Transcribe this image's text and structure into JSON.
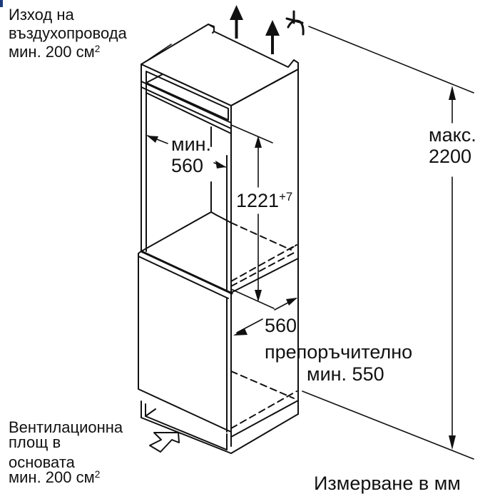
{
  "diagram": {
    "type": "built-in refrigerator installation dimensions",
    "labels": {
      "exhaust": {
        "line1": "Изход на",
        "line2": "въздухопровода",
        "line3": "мин. 200 см",
        "sup": "2"
      },
      "niche_width": {
        "line1": "мин.",
        "line2": "560"
      },
      "niche_height": {
        "value": "1221",
        "tolerance": "+7"
      },
      "max_height": {
        "line1": "макс.",
        "line2": "2200"
      },
      "depth": {
        "line1": "560",
        "line2": "препоръчително",
        "line3": "мин. 550"
      },
      "intake": {
        "line1": "Вентилационна",
        "line2": "площ в",
        "line3": "основата",
        "line4": "мин. 200 см",
        "sup": "2"
      },
      "units_note": "Измерване в мм"
    },
    "icons": [
      "airflow-up-arrow",
      "airflow-up-arrow",
      "max-symbol",
      "airflow-in-arrow"
    ],
    "colors": {
      "line": "#111111",
      "background": "#ffffff"
    }
  }
}
